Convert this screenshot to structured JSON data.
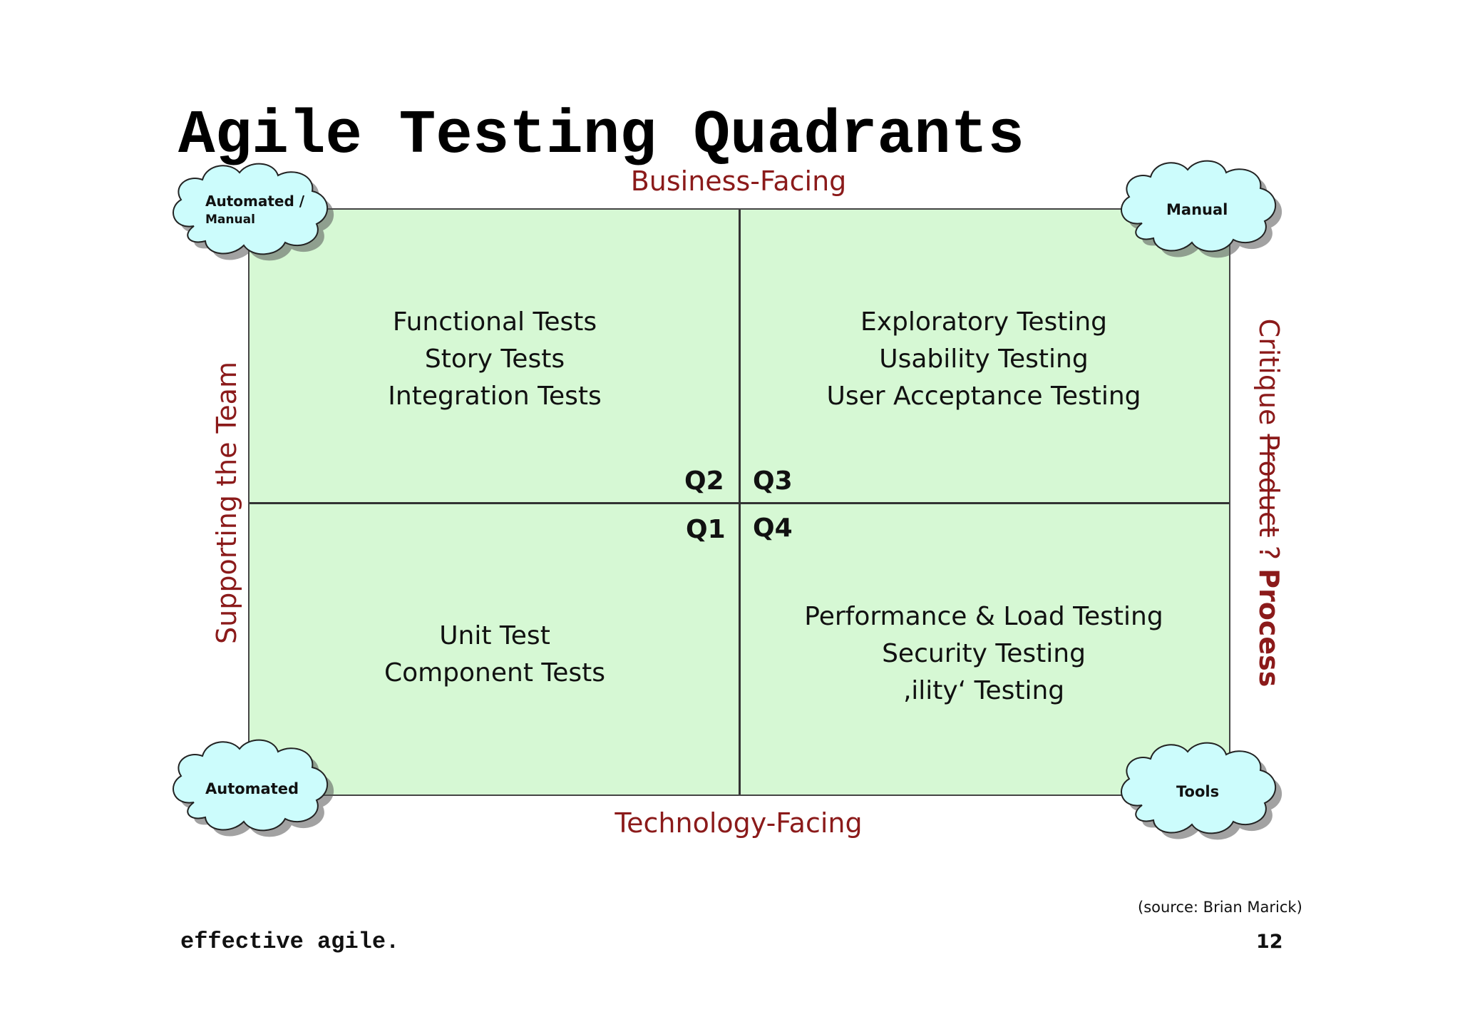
{
  "title": "Agile Testing Quadrants",
  "axes": {
    "top": "Business-Facing",
    "bottom": "Technology-Facing",
    "left": "Supporting the Team",
    "right_prefix": "Critique ",
    "right_struck": "Product",
    "right_separator": " ? ",
    "right_emphasis": "Process"
  },
  "quadrants": {
    "q2": {
      "label": "Q2",
      "items": [
        "Functional Tests",
        "Story Tests",
        "Integration Tests"
      ]
    },
    "q3": {
      "label": "Q3",
      "items": [
        "Exploratory Testing",
        "Usability Testing",
        "User Acceptance Testing"
      ]
    },
    "q1": {
      "label": "Q1",
      "items": [
        "Unit Test",
        "Component Tests"
      ]
    },
    "q4": {
      "label": "Q4",
      "items": [
        "Performance & Load Testing",
        "Security Testing",
        "‚ility‘ Testing"
      ]
    }
  },
  "clouds": {
    "top_left": {
      "line1": "Automated /",
      "line2": "Manual"
    },
    "top_right": {
      "text": "Manual"
    },
    "bottom_left": {
      "text": "Automated"
    },
    "bottom_right": {
      "text": "Tools"
    }
  },
  "colors": {
    "quadrant_fill": "#d6f8d4",
    "axis_text": "#8b1a1a",
    "cloud_fill": "#ccfcfc"
  },
  "footer": {
    "brand": "effective agile.",
    "source": "(source: Brian Marick)",
    "page_number": "12"
  }
}
